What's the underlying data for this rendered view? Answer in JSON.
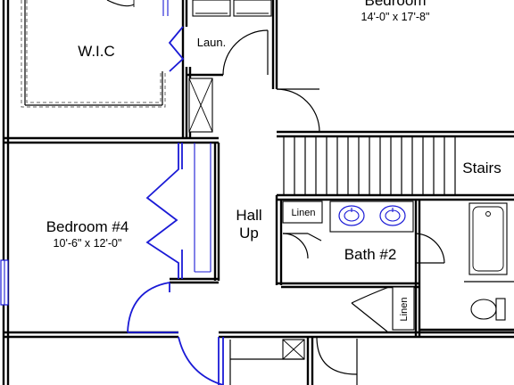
{
  "rooms": {
    "wic": {
      "name": "W.I.C"
    },
    "laundry": {
      "name": "Laun."
    },
    "bedroom_top": {
      "name": "Bedroom",
      "dims": "14'-0\" x 17'-8\""
    },
    "stairs": {
      "name": "Stairs"
    },
    "bedroom4": {
      "name": "Bedroom #4",
      "dims": "10'-6\" x 12'-0\""
    },
    "hall": {
      "line1": "Hall",
      "line2": "Up"
    },
    "linen_a": {
      "name": "Linen"
    },
    "bath2": {
      "name": "Bath #2"
    },
    "linen_b": {
      "name": "Linen"
    }
  },
  "colors": {
    "walls": "#000000",
    "doors": "#1a1ad6",
    "closet_dash": "#666666"
  }
}
